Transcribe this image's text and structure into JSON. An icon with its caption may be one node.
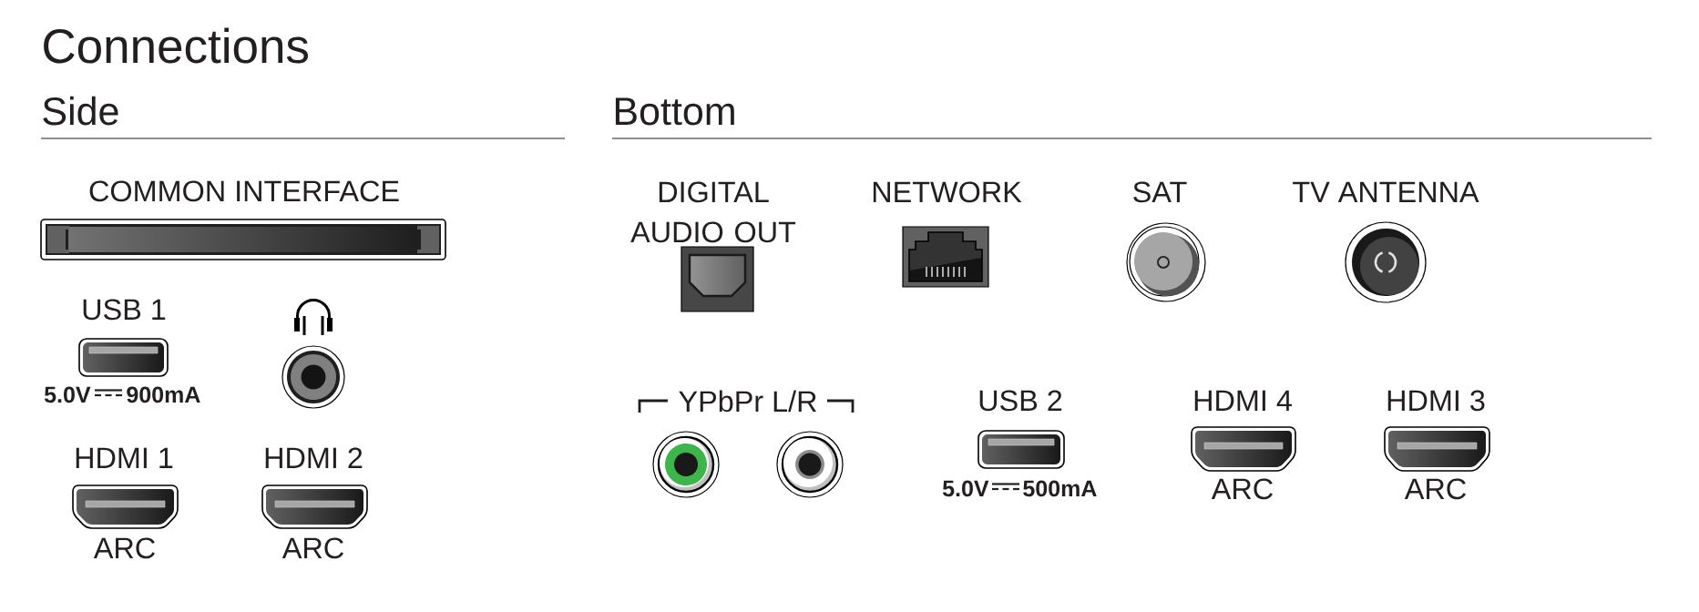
{
  "diagram": {
    "title": "Connections",
    "labels": [
      "Side",
      "COMMON INTERFACE",
      "USB 1",
      "5.0V",
      "900mA",
      "HDMI 1",
      "HDMI 2",
      "ARC",
      "ARC",
      "Bottom",
      "DIGITAL AUDIO OUT",
      "NETWORK",
      "SAT",
      "TV ANTENNA",
      "YPbPr L/R",
      "USB 2",
      "5.0V",
      "500mA",
      "HDMI 4",
      "HDMI 3",
      "ARC",
      "ARC"
    ]
  }
}
